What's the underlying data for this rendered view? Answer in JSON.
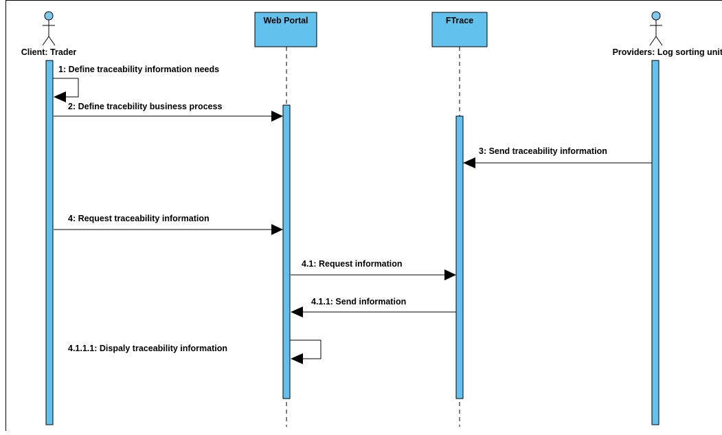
{
  "diagram": {
    "type": "sequence",
    "lifelines": [
      {
        "id": "client",
        "kind": "actor",
        "label": "Client: Trader"
      },
      {
        "id": "portal",
        "kind": "object",
        "label": "Web Portal"
      },
      {
        "id": "ftrace",
        "kind": "object",
        "label": "FTrace"
      },
      {
        "id": "providers",
        "kind": "actor",
        "label": "Providers: Log sorting unit"
      }
    ],
    "messages": [
      {
        "number": "1",
        "label": "1: Define traceability information needs",
        "from": "client",
        "to": "client"
      },
      {
        "number": "2",
        "label": "2: Define tracebility business process",
        "from": "client",
        "to": "portal"
      },
      {
        "number": "3",
        "label": "3: Send traceability information",
        "from": "providers",
        "to": "ftrace"
      },
      {
        "number": "4",
        "label": "4: Request traceability information",
        "from": "client",
        "to": "portal"
      },
      {
        "number": "4.1",
        "label": "4.1: Request information",
        "from": "portal",
        "to": "ftrace"
      },
      {
        "number": "4.1.1",
        "label": "4.1.1: Send information",
        "from": "ftrace",
        "to": "portal"
      },
      {
        "number": "4.1.1.1",
        "label": "4.1.1.1: Dispaly traceability information",
        "from": "portal",
        "to": "portal"
      }
    ],
    "colors": {
      "activation_fill": "#62c2ed",
      "object_fill": "#62c2ed",
      "actor_head_fill": "#7ec9ec",
      "line": "#000000"
    }
  }
}
